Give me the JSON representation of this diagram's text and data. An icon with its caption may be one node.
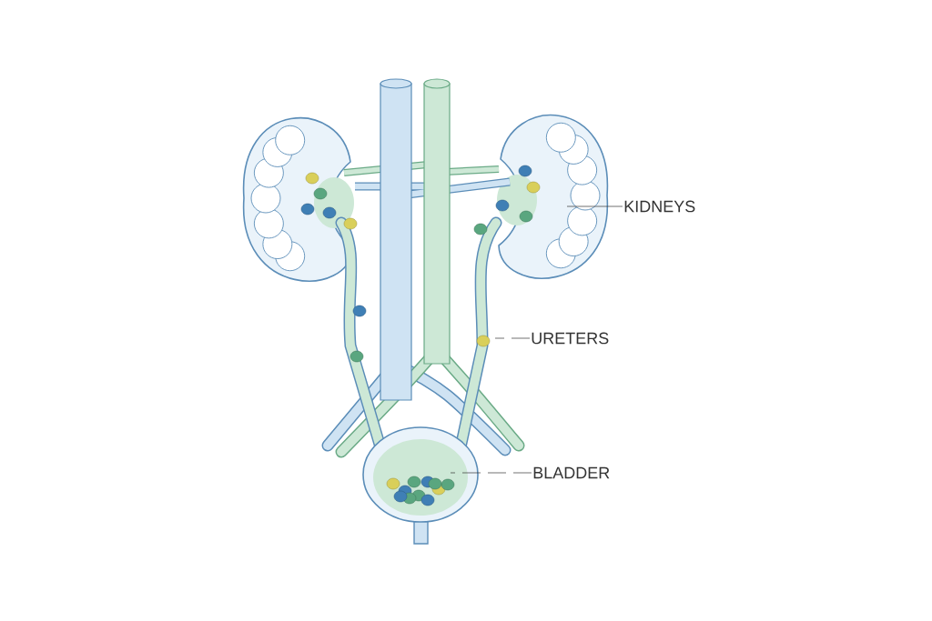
{
  "diagram": {
    "nodes": [
      {
        "text": [
          "KIDNEYS"
        ]
      },
      {
        "text": [
          "URETERS"
        ]
      },
      {
        "text": [
          "BLADDER"
        ]
      }
    ],
    "edges": [
      {
        "from": 0,
        "to": null,
        "arrow": "none"
      },
      {
        "from": 1,
        "to": null,
        "arrow": "none",
        "style": "dashed"
      },
      {
        "from": 2,
        "to": null,
        "arrow": "none",
        "style": "dashed"
      }
    ]
  }
}
